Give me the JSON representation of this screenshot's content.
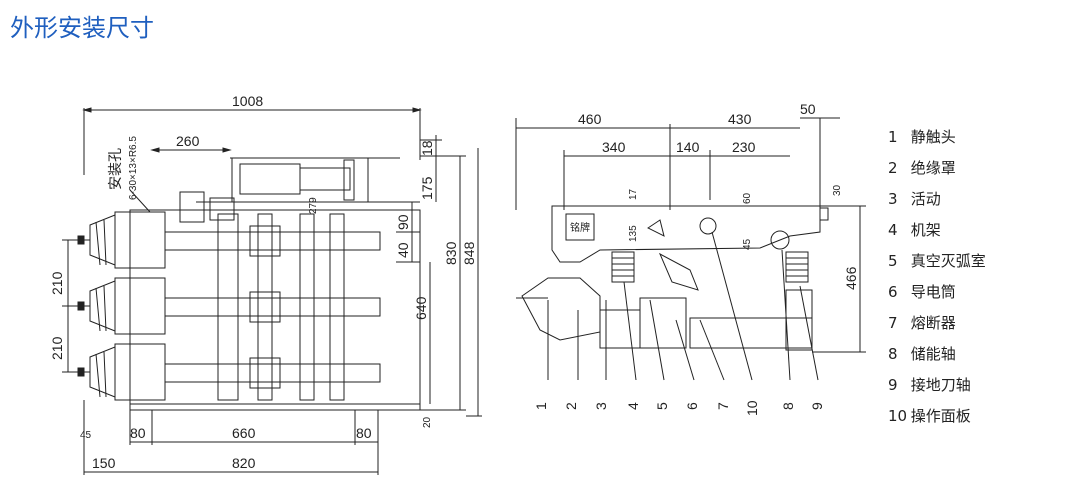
{
  "title": "外形安装尺寸",
  "left_view": {
    "mount_hole_label": "安装孔",
    "mount_hole_spec": "6-30×13×R6.5",
    "dims": {
      "overall_width": "1008",
      "d260": "260",
      "d18": "18",
      "d175": "175",
      "d279": "279",
      "d90": "90",
      "d40": "40",
      "d830": "830",
      "d848": "848",
      "d640": "640",
      "d20": "20",
      "d210a": "210",
      "d210b": "210",
      "d45": "45",
      "d80a": "80",
      "d660": "660",
      "d80b": "80",
      "d150": "150",
      "d820": "820"
    }
  },
  "right_view": {
    "nameplate": "铭牌",
    "dims": {
      "d460": "460",
      "d430": "430",
      "d50": "50",
      "d340": "340",
      "d140": "140",
      "d230": "230",
      "d17": "17",
      "d135": "135",
      "d60": "60",
      "d45": "45",
      "d30": "30",
      "d466": "466"
    },
    "callouts": [
      "1",
      "2",
      "3",
      "4",
      "5",
      "6",
      "7",
      "10",
      "8",
      "9"
    ]
  },
  "legend": [
    {
      "num": "1",
      "label": "静触头"
    },
    {
      "num": "2",
      "label": "绝缘罩"
    },
    {
      "num": "3",
      "label": "活动"
    },
    {
      "num": "4",
      "label": "机架"
    },
    {
      "num": "5",
      "label": "真空灭弧室"
    },
    {
      "num": "6",
      "label": "导电筒"
    },
    {
      "num": "7",
      "label": "熔断器"
    },
    {
      "num": "8",
      "label": "储能轴"
    },
    {
      "num": "9",
      "label": "接地刀轴"
    },
    {
      "num": "10",
      "label": "操作面板"
    }
  ]
}
